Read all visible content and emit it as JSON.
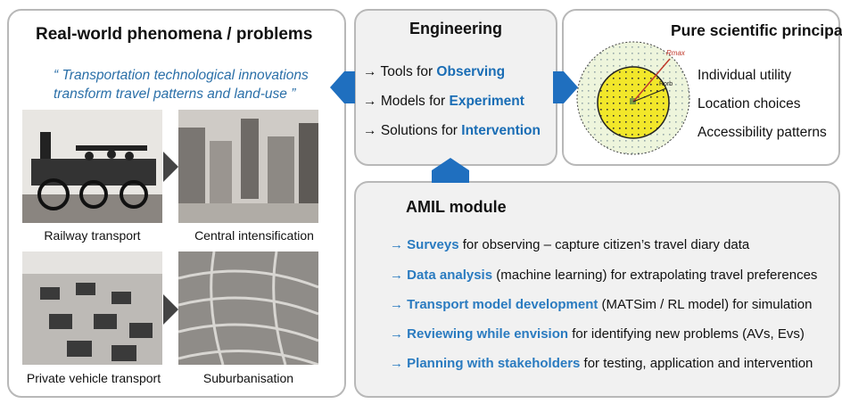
{
  "left": {
    "title": "Real-world phenomena / problems",
    "quote_line1": "“ Transportation technological innovations",
    "quote_line2": "transform travel patterns and land-use ”",
    "captions": [
      "Railway transport",
      "Central intensification",
      "Private vehicle transport",
      "Suburbanisation"
    ]
  },
  "engineering": {
    "title": "Engineering",
    "items": [
      {
        "arrow": "→",
        "prefix": "Tools for ",
        "bold": "Observing"
      },
      {
        "arrow": "→",
        "prefix": "Models for ",
        "bold": "Experiment"
      },
      {
        "arrow": "→",
        "prefix": "Solutions for ",
        "bold": "Intervention"
      }
    ]
  },
  "pure": {
    "title": "Pure scientific principals",
    "items": [
      "Individual utility",
      "Location choices",
      "Accessibility patterns"
    ],
    "r_max": "Rmax",
    "r_orb": "Rorb"
  },
  "amil": {
    "title": "AMIL module",
    "items": [
      {
        "arrow": "→",
        "bold": "Surveys",
        "rest": " for observing – capture citizen’s travel diary data"
      },
      {
        "arrow": "→",
        "bold": "Data analysis",
        "rest": " (machine learning) for extrapolating travel preferences"
      },
      {
        "arrow": "→",
        "bold": "Transport model development",
        "rest": " (MATSim / RL model) for simulation"
      },
      {
        "arrow": "→",
        "bold": "Reviewing while envision",
        "rest": " for identifying new problems (AVs, Evs)"
      },
      {
        "arrow": "→",
        "bold": "Planning with stakeholders",
        "rest": " for testing, application and intervention"
      }
    ]
  },
  "colors": {
    "accent": "#1a6db5",
    "arrow": "#1f6fbf"
  }
}
